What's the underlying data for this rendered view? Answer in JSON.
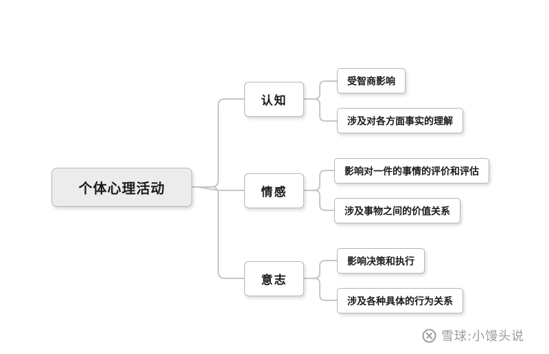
{
  "diagram": {
    "root": "个体心理活动",
    "branches": [
      {
        "label": "认知",
        "children": [
          "受智商影响",
          "涉及对各方面事实的理解"
        ]
      },
      {
        "label": "情感",
        "children": [
          "影响对一件的事情的评价和评估",
          "涉及事物之间的价值关系"
        ]
      },
      {
        "label": "意志",
        "children": [
          "影响决策和执行",
          "涉及各种具体的行为关系"
        ]
      }
    ]
  },
  "watermark": {
    "text": "雪球:小馒头说"
  },
  "colors": {
    "connector": "#c6c6c6",
    "node_border": "#b5b5b5",
    "root_fill": "#ececec",
    "watermark": "#9c9c9c"
  }
}
